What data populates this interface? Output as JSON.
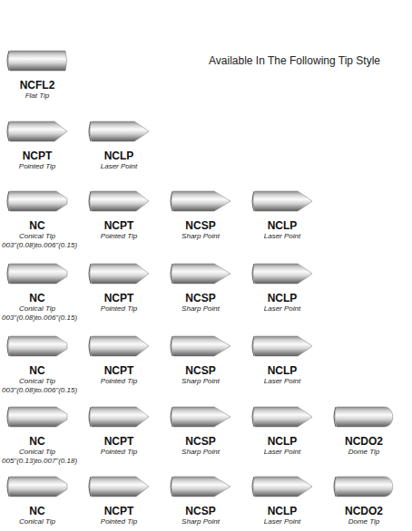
{
  "diagram": {
    "title": "Available In The Following Tip Style",
    "labels": [
      "NCFL2",
      "Flat Tip",
      "NCPT",
      "Pointed Tip",
      "NCLP",
      "Laser Point",
      "NC",
      "Conical Tip",
      "003\"(0.08)to.006\"(0.15)",
      "NCPT",
      "Pointed Tip",
      "NCSP",
      "Sharp Point",
      "NCLP",
      "Laser Point",
      "NC",
      "Conical Tip",
      "003\"(0.08)to.006\"(0.15)",
      "NCPT",
      "Pointed Tip",
      "NCSP",
      "Sharp Point",
      "NCLP",
      "Laser Point",
      "NC",
      "Conical Tip",
      "003\"(0.08)to.006\"(0.15)",
      "NCPT",
      "Pointed Tip",
      "NCSP",
      "Sharp Point",
      "NCLP",
      "Laser Point",
      "NC",
      "Conical Tip",
      "005\"(0.13)to.007\"(0.18)",
      "NCPT",
      "Pointed Tip",
      "NCSP",
      "Sharp Point",
      "NCLP",
      "Laser Point",
      "NCDO2",
      "Dome Tip",
      "NC",
      "Conical Tip",
      "NCPT",
      "Pointed Tip",
      "NCSP",
      "Sharp Point",
      "NCLP",
      "Laser Point",
      "NCDO2",
      "Dome Tip"
    ]
  }
}
